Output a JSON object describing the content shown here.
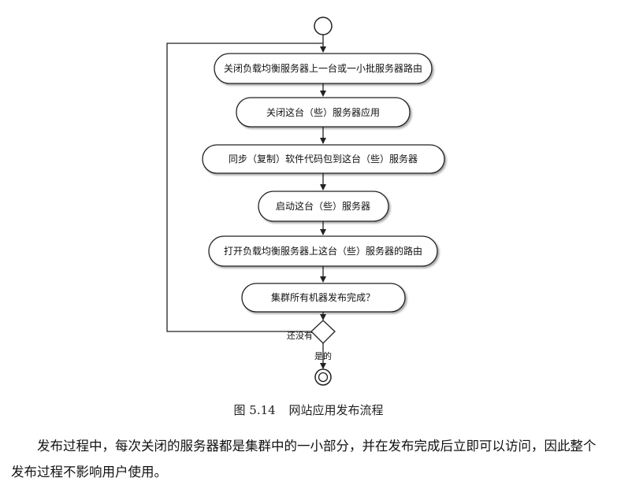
{
  "diagram": {
    "steps": [
      "关闭负载均衡服务器上一台或一小批服务器路由",
      "关闭这台（些）服务器应用",
      "同步（复制）软件代码包到这台（些）服务器",
      "启动这台（些）服务器",
      "打开负载均衡服务器上这台（些）服务器的路由",
      "集群所有机器发布完成？"
    ],
    "decision": {
      "no_label": "还没有",
      "yes_label": "是的"
    }
  },
  "caption": {
    "figure_number": "图 5.14",
    "title": "网站应用发布流程"
  },
  "body": {
    "paragraph": "发布过程中，每次关闭的服务器都是集群中的一小部分，并在发布完成后立即可以访问，因此整个发布过程不影响用户使用。"
  }
}
